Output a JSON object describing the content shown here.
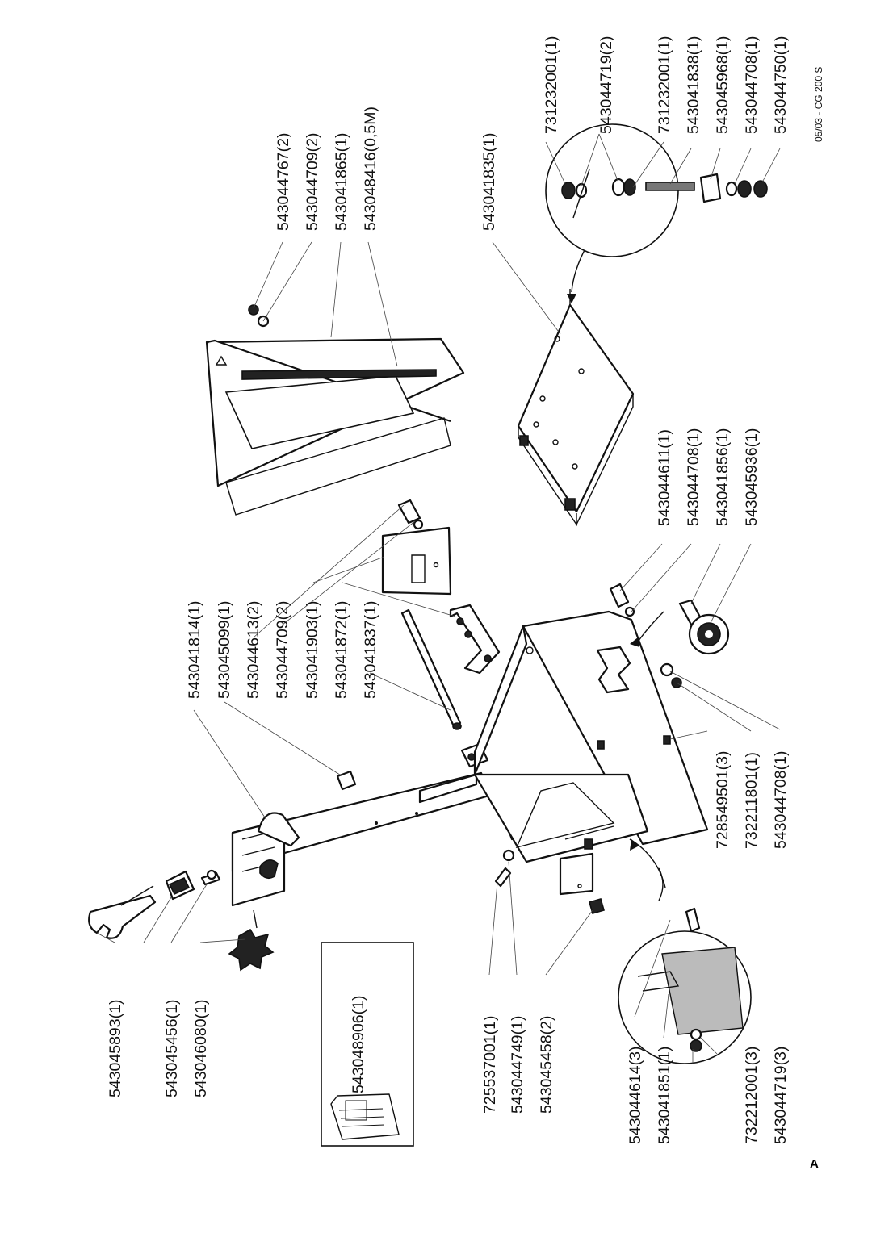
{
  "labels": {
    "spanner": "543045893(1)",
    "button": "543045456(1)",
    "knob": "543046080(1)",
    "manual": "543048906(1)",
    "column": "543041814(1)",
    "cap": "543045099(1)",
    "bolt_plate": "543044613(2)",
    "washer_plate": "543044709(2)",
    "plate": "543041903(1)",
    "bracket": "543041872(1)",
    "rod": "543041837(1)",
    "screw_left": "725537001(1)",
    "washer_left": "543044749(1)",
    "foot": "543045458(2)",
    "detail_screw": "543044614(3)",
    "detail_plate": "543041851(1)",
    "detail_washer": "732212001(3)",
    "detail_nut": "543044719(3)",
    "stud": "728549501(3)",
    "washer_base": "732211801(1)",
    "nut_base": "543044708(1)",
    "wheel_bolt": "543044611(1)",
    "wheel_nut": "543044708(1)",
    "wheel_bush": "543041856(1)",
    "wheel": "543045936(1)",
    "cover_nut": "543044767(2)",
    "cover_washer": "543044709(2)",
    "cover": "543041865(1)",
    "cover_strip": "543048416(0,5M)",
    "base_plate": "543041835(1)",
    "d2_nut1": "731232001(1)",
    "d2_washer": "543044719(2)",
    "d2_nut2": "731232001(1)",
    "d2_stud": "543041838(1)",
    "d2_mount": "543045968(1)",
    "d2_washer2": "543044708(1)",
    "d2_nut3": "543044750(1)"
  },
  "footer": {
    "code": "05/03 - CG 200 S",
    "letter": "A"
  }
}
